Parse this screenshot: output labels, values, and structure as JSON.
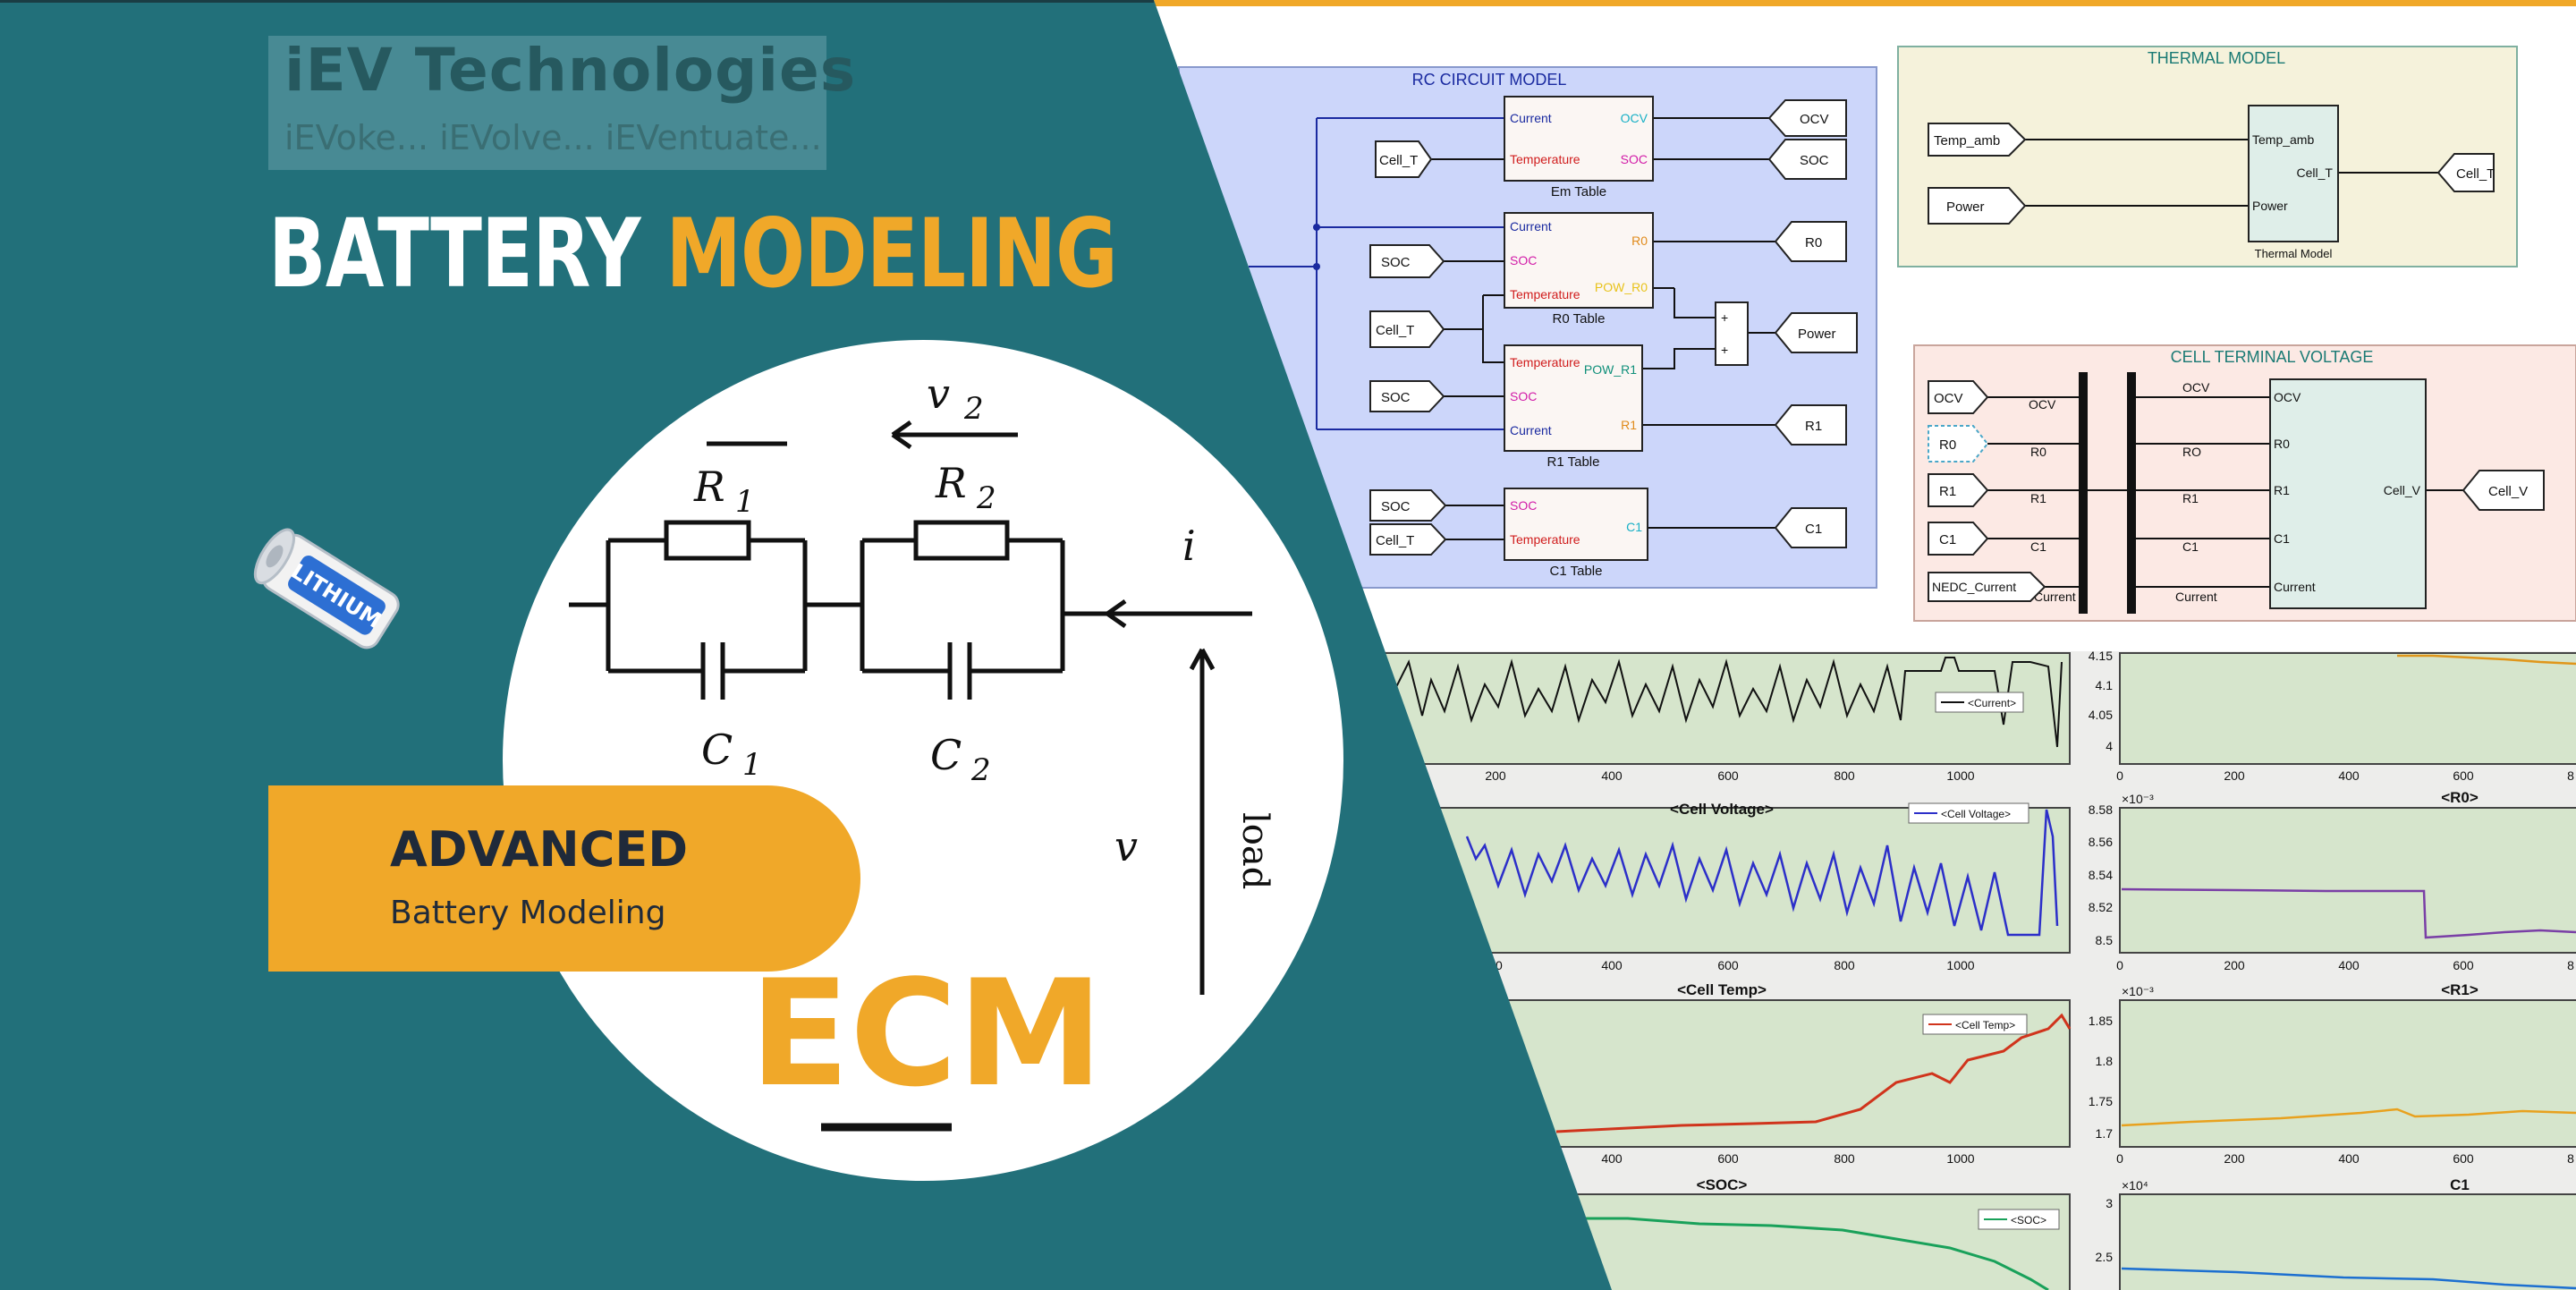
{
  "brand": {
    "name": "iEV Technologies",
    "tagline": "iEVoke... iEVolve... iEVentuate..."
  },
  "headline": {
    "white": "BATTERY",
    "orange": "MODELING"
  },
  "badge": {
    "title": "ADVANCED",
    "subtitle": "Battery Modeling"
  },
  "ecm_label": "ECM",
  "battery_label": "LITHIUM",
  "circuit": {
    "r1": "R",
    "r1_sub": "1",
    "r2": "R",
    "r2_sub": "2",
    "c1": "C",
    "c1_sub": "1",
    "c2": "C",
    "c2_sub": "2",
    "v2": "v",
    "v2_sub": "2",
    "i": "i",
    "v": "v",
    "load": "load"
  },
  "colors": {
    "teal": "#22707a",
    "orange": "#f0a829",
    "navy": "#1f2a3a"
  },
  "simulink": {
    "rc_title": "RC CIRCUIT MODEL",
    "thermal_title": "THERMAL MODEL",
    "ctv_title": "CELL TERMINAL VOLTAGE",
    "em_table": "Em Table",
    "r0_table": "R0 Table",
    "r1_table": "R1 Table",
    "c1_table": "C1 Table",
    "thermal_block": "Thermal Model",
    "p_current": "Current",
    "p_temperature": "Temperature",
    "p_soc": "SOC",
    "p_ocv": "OCV",
    "p_r0": "R0",
    "p_r1": "R1",
    "p_c1": "C1",
    "p_pow_r0": "POW_R0",
    "p_pow_r1": "POW_R1",
    "p_temp_amb": "Temp_amb",
    "p_power": "Power",
    "p_cell_t": "Cell_T",
    "p_cell_v": "Cell_V",
    "in_cell_t": "Cell_T",
    "in_soc": "SOC",
    "in_temp_amb": "Temp_amb",
    "in_power": "Power",
    "in_ocv": "OCV",
    "in_r0": "R0",
    "in_r1": "R1",
    "in_c1": "C1",
    "in_nedc": "NEDC_Current",
    "out_ocv": "OCV",
    "out_soc": "SOC",
    "out_r0": "R0",
    "out_power": "Power",
    "out_r1": "R1",
    "out_c1": "C1",
    "out_cell_t": "Cell_T",
    "out_cell_v": "Cell_V",
    "sig_ocv": "OCV",
    "sig_r0": "R0",
    "sig_r1": "R1",
    "sig_c1": "C1",
    "sig_current": "Current",
    "sig_r0_alt": "RO"
  },
  "plots": {
    "current_legend": "<Current>",
    "voltage_title": "<Cell Voltage>",
    "voltage_legend": "<Cell Voltage>",
    "temp_title": "<Cell Temp>",
    "temp_legend": "<Cell Temp>",
    "soc_title": "<SOC>",
    "soc_legend": "<SOC>",
    "r0_title": "<R0>",
    "r1_title": "<R1>",
    "c1_title": "C1",
    "exp_minus3": "×10⁻³",
    "exp_4": "×10⁴",
    "left_ticks": [
      "200",
      "400",
      "600",
      "800",
      "1000"
    ],
    "left_ticks_b": [
      "00",
      "400",
      "600",
      "800",
      "1000"
    ],
    "left_ticks_c": [
      "400",
      "600",
      "800",
      "1000"
    ],
    "right_ticks": [
      "0",
      "200",
      "400",
      "600",
      "8"
    ],
    "ocv_y": [
      "4.15",
      "4.1",
      "4.05",
      "4"
    ],
    "r0_y": [
      "8.58",
      "8.56",
      "8.54",
      "8.52",
      "8.5"
    ],
    "r1_y": [
      "1.85",
      "1.8",
      "1.75",
      "1.7"
    ],
    "c1_y": [
      "3",
      "2.5"
    ]
  }
}
